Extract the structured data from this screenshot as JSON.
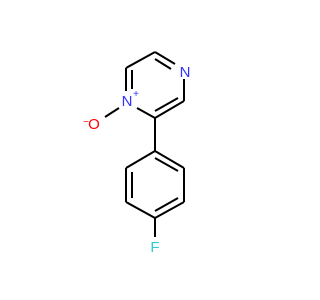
{
  "molecule": {
    "atoms": {
      "n_top": {
        "symbol": "N",
        "color": "#3333ff"
      },
      "n_plus": {
        "symbol": "N",
        "charge": "+",
        "color": "#3333ff"
      },
      "o_minus": {
        "symbol": "O",
        "charge": "−",
        "color": "#ff0000"
      },
      "fluorine": {
        "symbol": "F",
        "color": "#33cccc"
      }
    }
  }
}
